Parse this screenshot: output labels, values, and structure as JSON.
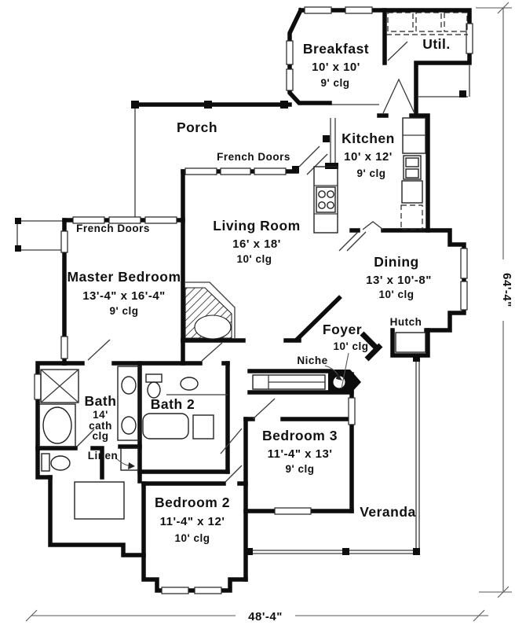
{
  "drawing": {
    "type": "architectural-floor-plan",
    "rooms": {
      "breakfast": {
        "name": "Breakfast",
        "dims": "10' x 10'",
        "ceiling": "9' clg"
      },
      "util": {
        "name": "Util."
      },
      "porch": {
        "name": "Porch"
      },
      "kitchen": {
        "name": "Kitchen",
        "dims": "10' x 12'",
        "ceiling": "9' clg"
      },
      "living_room": {
        "name": "Living Room",
        "dims": "16' x 18'",
        "ceiling": "10' clg"
      },
      "master_bedroom": {
        "name": "Master Bedroom",
        "dims": "13'-4\" x 16'-4\"",
        "ceiling": "9' clg"
      },
      "dining": {
        "name": "Dining",
        "dims": "13' x 10'-8\"",
        "ceiling": "10' clg"
      },
      "foyer": {
        "name": "Foyer",
        "ceiling": "10' clg"
      },
      "bath": {
        "name": "Bath",
        "dims": "14'",
        "ceiling_line1": "cath",
        "ceiling_line2": "clg"
      },
      "bath2": {
        "name": "Bath 2"
      },
      "bedroom3": {
        "name": "Bedroom 3",
        "dims": "11'-4\" x 13'",
        "ceiling": "9' clg"
      },
      "bedroom2": {
        "name": "Bedroom 2",
        "dims": "11'-4\" x 12'",
        "ceiling": "10' clg"
      },
      "veranda": {
        "name": "Veranda"
      }
    },
    "features": {
      "french_doors_living": "French Doors",
      "french_doors_master": "French Doors",
      "hutch": "Hutch",
      "niche": "Niche",
      "linen": "Linen"
    },
    "dimensions": {
      "overall_width": "48'-4\"",
      "overall_depth": "64'-4\""
    },
    "colors": {
      "wall": "#0d0d0d",
      "line": "#3a3a3a",
      "background": "#ffffff"
    }
  }
}
